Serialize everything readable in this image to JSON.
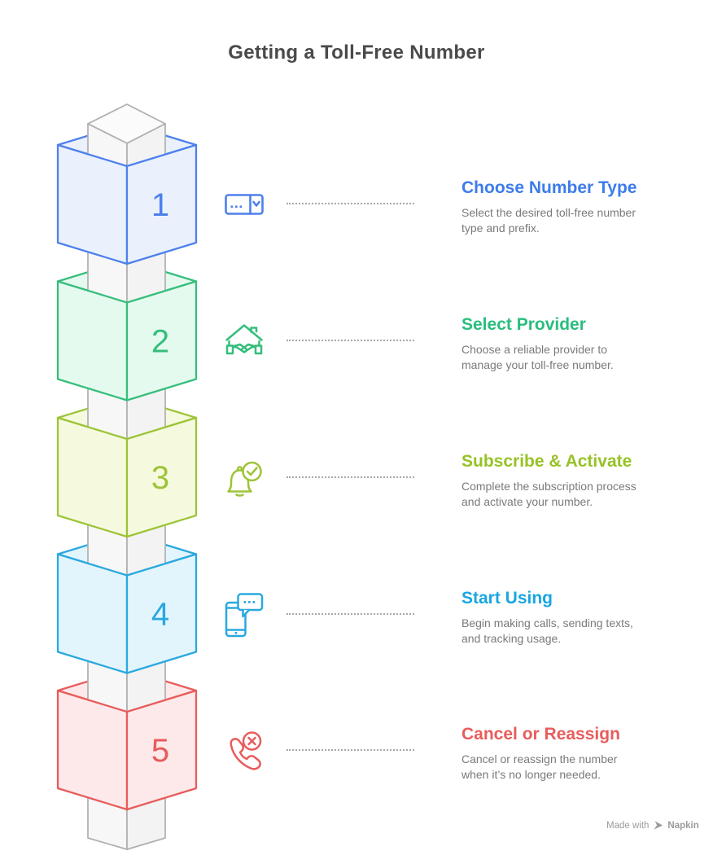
{
  "page": {
    "title": "Getting a Toll-Free Number",
    "title_color": "#4A4A4A",
    "background_color": "#FFFFFF",
    "body_text_color": "#7A7A7A",
    "dotted_line_color": "#A8A8A8"
  },
  "tower": {
    "column_stroke": "#AFAFAF",
    "column_top_fill": "#FBFBFB",
    "column_left_fill": "#F7F7F7",
    "column_right_fill": "#F3F3F3"
  },
  "steps": [
    {
      "number": "1",
      "title": "Choose Number Type",
      "description": "Select the desired toll-free number\ntype and prefix.",
      "icon": "number-type-select-icon",
      "colors": {
        "stroke": "#4E80EC",
        "fill": "#EAF1FD",
        "heading": "#3D7CEB"
      }
    },
    {
      "number": "2",
      "title": "Select Provider",
      "description": "Choose a reliable provider to\nmanage your toll-free number.",
      "icon": "provider-house-handshake-icon",
      "colors": {
        "stroke": "#35BE7C",
        "fill": "#E5FAEF",
        "heading": "#2ABD7D"
      }
    },
    {
      "number": "3",
      "title": "Subscribe & Activate",
      "description": "Complete the subscription process\nand activate your number.",
      "icon": "subscribe-bell-check-icon",
      "colors": {
        "stroke": "#9DC436",
        "fill": "#F5FADF",
        "heading": "#97C226"
      }
    },
    {
      "number": "4",
      "title": "Start Using",
      "description": "Begin making calls, sending texts,\nand tracking usage.",
      "icon": "phone-message-icon",
      "colors": {
        "stroke": "#2AA8E0",
        "fill": "#E2F5FC",
        "heading": "#19A6E1"
      }
    },
    {
      "number": "5",
      "title": "Cancel or Reassign",
      "description": "Cancel or reassign the number\nwhen it’s no longer needed.",
      "icon": "phone-cancel-icon",
      "colors": {
        "stroke": "#E85C5C",
        "fill": "#FDE9E9",
        "heading": "#E85C5C"
      }
    }
  ],
  "footer": {
    "made_with": "Made with",
    "brand": "Napkin",
    "color": "#9B9B9B"
  }
}
